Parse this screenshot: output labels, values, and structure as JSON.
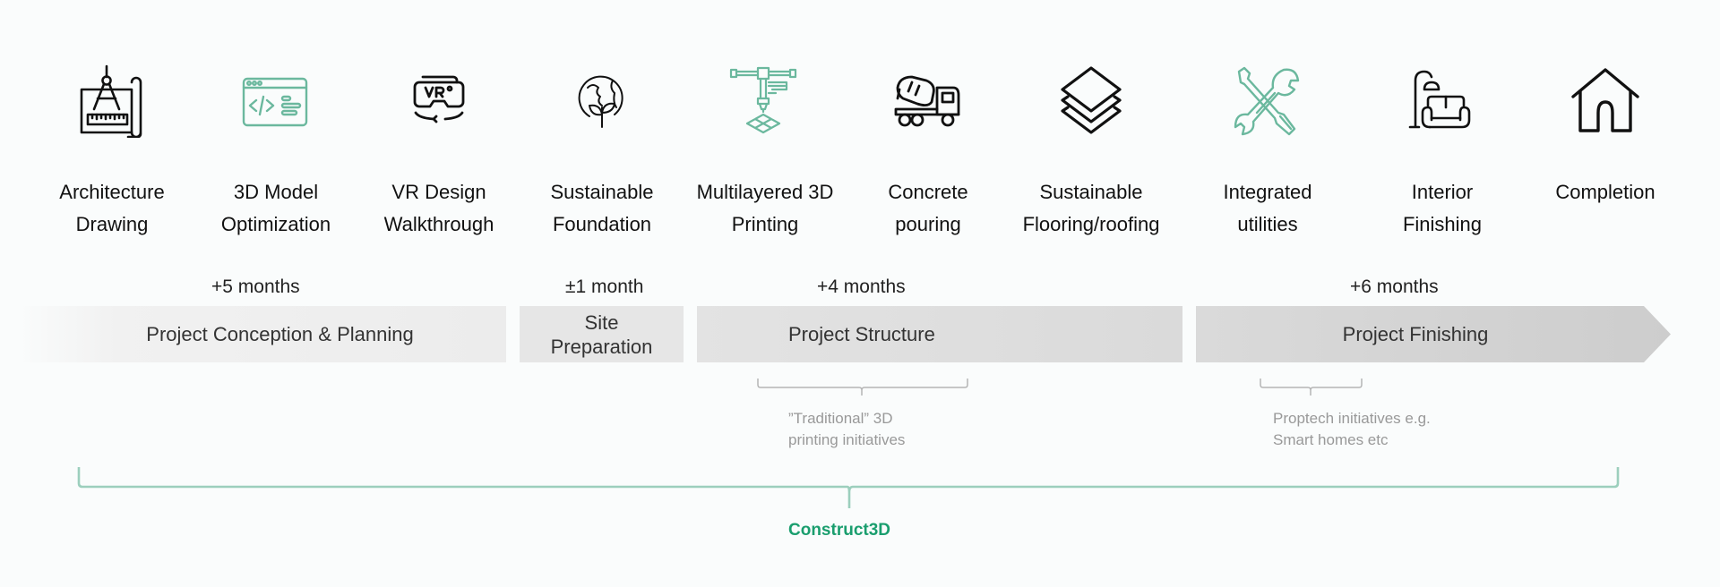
{
  "colors": {
    "background": "#fafcfc",
    "icon_dark": "#111111",
    "icon_teal": "#6bb89e",
    "bracket_teal": "#9ccfbd",
    "brand_green": "#1a9e6e",
    "note_gray": "#999999",
    "phase_fill_light": "#efefef",
    "phase_fill_dark": "#d2d2d2"
  },
  "steps": [
    {
      "label": "Architecture\nDrawing",
      "icon": "blueprint-compass-icon",
      "icon_color": "dark"
    },
    {
      "label": "3D Model\nOptimization",
      "icon": "code-window-icon",
      "icon_color": "teal"
    },
    {
      "label": "VR  Design\nWalkthrough",
      "icon": "vr-headset-icon",
      "icon_color": "dark"
    },
    {
      "label": "Sustainable\nFoundation",
      "icon": "globe-plant-icon",
      "icon_color": "dark"
    },
    {
      "label": "Multilayered 3D\nPrinting",
      "icon": "3d-printer-icon",
      "icon_color": "teal"
    },
    {
      "label": "Concrete\npouring",
      "icon": "concrete-mixer-truck-icon",
      "icon_color": "dark"
    },
    {
      "label": "Sustainable\nFlooring/roofing",
      "icon": "layers-icon",
      "icon_color": "dark"
    },
    {
      "label": "Integrated\nutilities",
      "icon": "wrench-screwdriver-icon",
      "icon_color": "teal"
    },
    {
      "label": "Interior\nFinishing",
      "icon": "sofa-lamp-icon",
      "icon_color": "dark"
    },
    {
      "label": "Completion",
      "icon": "house-icon",
      "icon_color": "dark"
    }
  ],
  "phases": [
    {
      "label": "Project Conception & Planning",
      "duration": "+5 months"
    },
    {
      "label": "Site\nPreparation",
      "duration": "±1 month"
    },
    {
      "label": "Project Structure",
      "duration": "+4 months"
    },
    {
      "label": "Project Finishing",
      "duration": "+6 months"
    }
  ],
  "notes": [
    {
      "text": "”Traditional” 3D\nprinting initiatives"
    },
    {
      "text": "Proptech initiatives e.g.\nSmart homes etc"
    }
  ],
  "brand": {
    "label": "Construct3D"
  }
}
